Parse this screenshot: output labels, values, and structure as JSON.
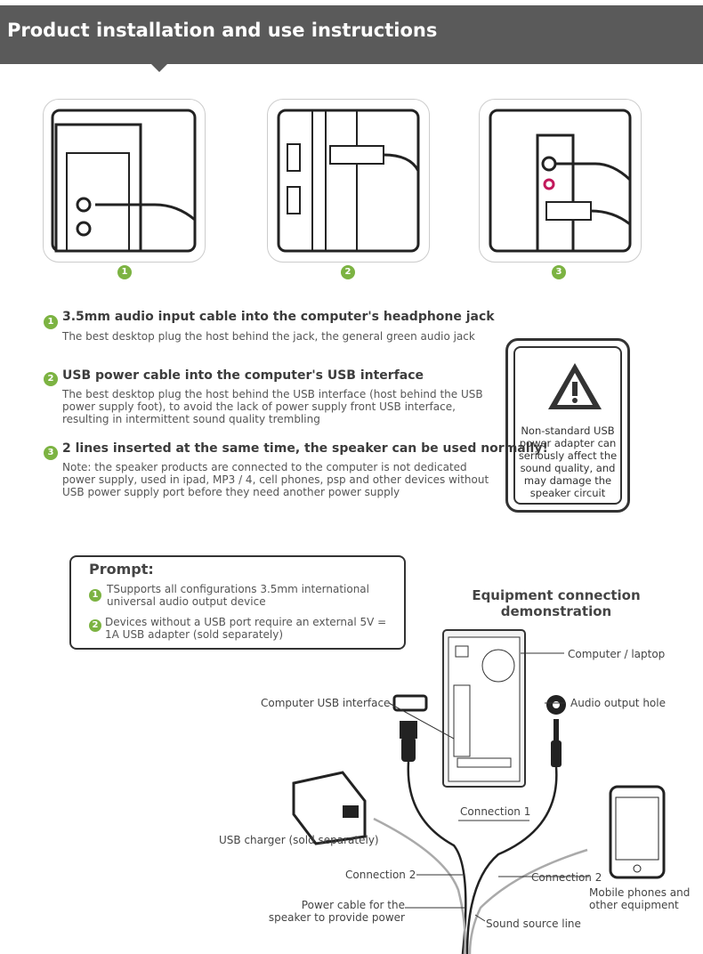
{
  "header": {
    "title": "Product installation and use instructions"
  },
  "photos": [
    {
      "number": "1"
    },
    {
      "number": "2"
    },
    {
      "number": "3"
    }
  ],
  "steps": [
    {
      "number": "1",
      "title": "3.5mm audio input cable into the computer's headphone jack",
      "desc": "The best desktop plug the host behind the jack, the general green audio jack"
    },
    {
      "number": "2",
      "title": "USB power cable into the computer's USB interface",
      "desc": "The best desktop plug the host behind the USB interface (host behind the USB power supply foot), to avoid the lack of power supply front USB interface, resulting in intermittent sound quality trembling"
    },
    {
      "number": "3",
      "title": "2 lines inserted at the same time, the speaker can be used normally!",
      "desc": "Note: the speaker products are connected to the computer is not dedicated power supply, used in ipad, MP3 / 4, cell phones, psp and other devices without USB power supply port before they need another power supply"
    }
  ],
  "warning": {
    "text": "Non-standard USB power adapter can seriously affect the sound quality, and may damage the speaker circuit"
  },
  "prompt": {
    "title": "Prompt:",
    "items": [
      {
        "number": "1",
        "text": "TSupports all configurations 3.5mm international universal audio output device"
      },
      {
        "number": "2",
        "text": "Devices without a USB port require an external 5V = 1A USB adapter (sold separately)"
      }
    ]
  },
  "diagram": {
    "title": "Equipment connection demonstration",
    "labels": {
      "computer": "Computer / laptop",
      "usb": "Computer USB interface",
      "audio": "Audio output hole",
      "conn1": "Connection 1",
      "charger": "USB charger (sold separately)",
      "conn2a": "Connection 2",
      "conn2b": "Connection 2",
      "mobile": "Mobile phones and other equipment",
      "power": "Power cable for the speaker to provide power",
      "source": "Sound source line"
    }
  },
  "colors": {
    "accent": "#7cb342",
    "header": "#5a5a5a"
  }
}
